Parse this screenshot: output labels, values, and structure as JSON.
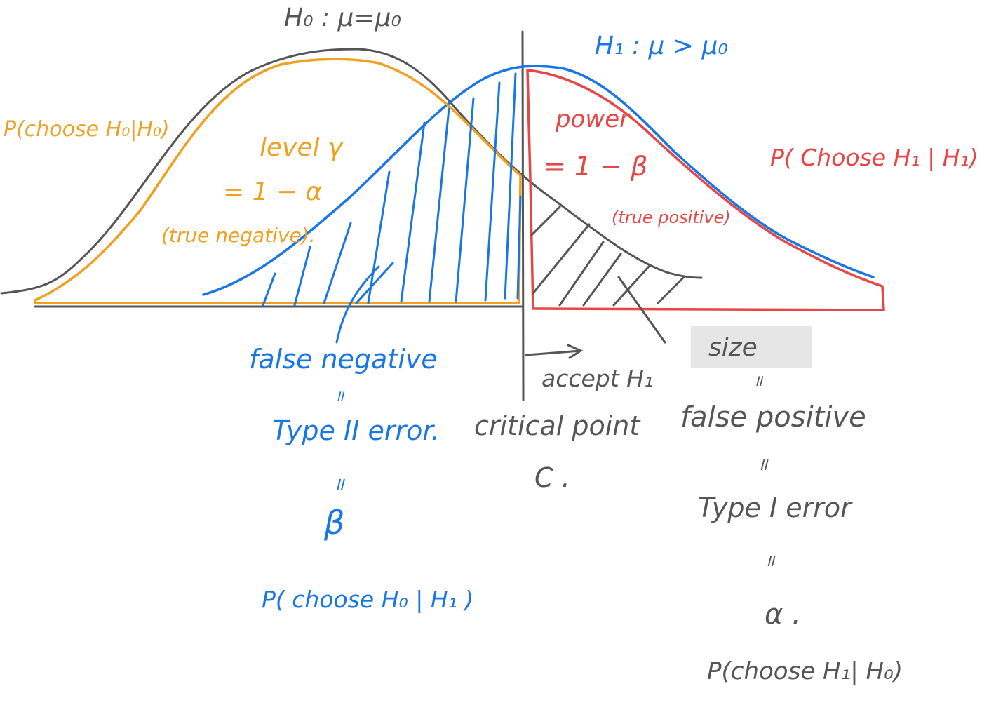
{
  "labels": {
    "h0": "H₀ : μ=μ₀",
    "h1": "H₁ : μ > μ₀",
    "p_choose_h0_h0": "P(choose H₀|H₀)",
    "level_gamma": "level γ",
    "one_minus_alpha": "= 1 − α",
    "true_negative": "(true negative).",
    "power": "power",
    "one_minus_beta": "= 1 − β",
    "true_positive": "(true positive)",
    "p_choose_h1_h1": "P( Choose H₁ | H₁)",
    "false_negative": "false negative",
    "eq1": "॥",
    "type_ii_error": "Type II error.",
    "eq2": "॥",
    "beta": "β",
    "p_choose_h0_h1": "P( choose H₀ | H₁ )",
    "accept_h1": "accept H₁",
    "critical_point": "critical point",
    "c": "C .",
    "size": "size",
    "eq3": "॥",
    "false_positive": "false positive",
    "eq4": "॥",
    "type_i_error": "Type I error",
    "eq5": "॥",
    "alpha": "α .",
    "p_choose_h1_h0": "P(choose H₁| H₀)"
  },
  "colors": {
    "h0_curve": "#555555",
    "h1_curve": "#1976e6",
    "acceptance_region": "#f0a020",
    "rejection_region": "#e84545",
    "size_highlight": "#e6e6e6"
  }
}
